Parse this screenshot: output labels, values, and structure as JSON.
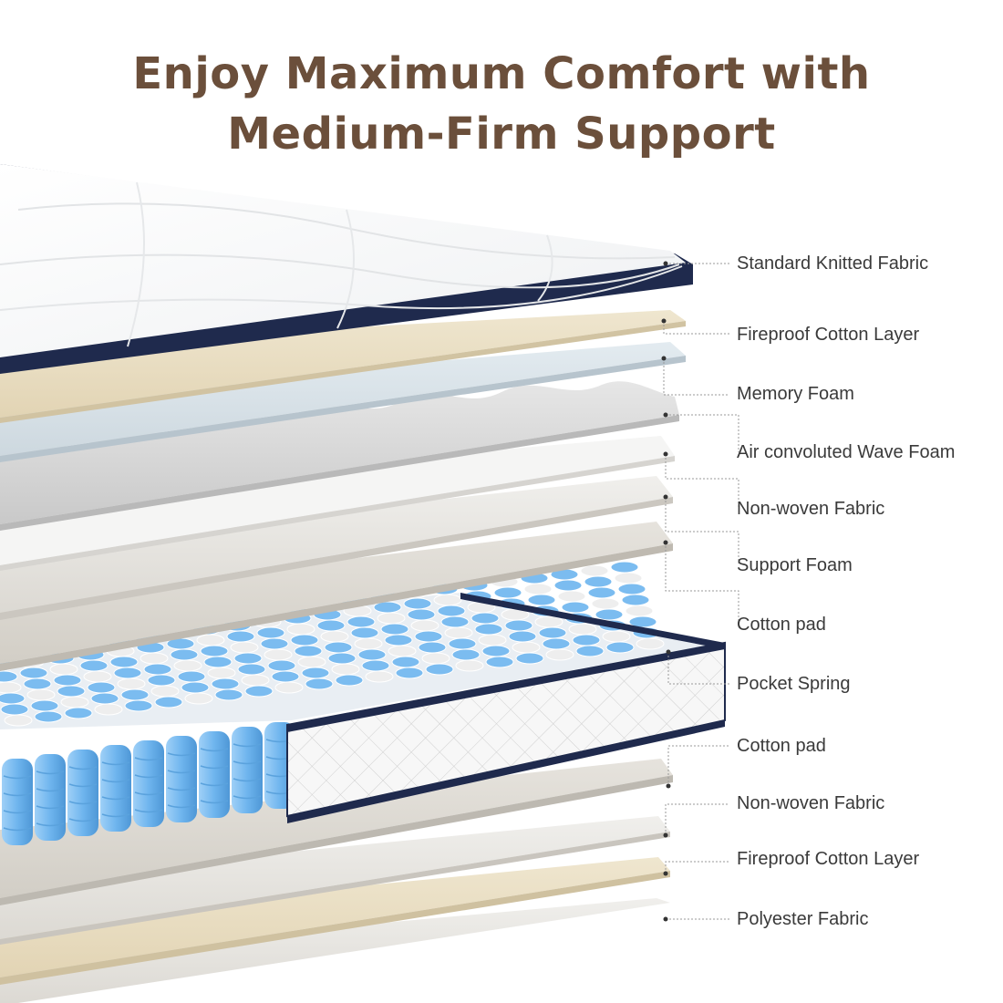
{
  "title": {
    "line1": "Enjoy Maximum Comfort with",
    "line2": "Medium-Firm Support"
  },
  "colors": {
    "title": "#6b4f3b",
    "label_text": "#3a3a3a",
    "navy_border": "#1f2a4d",
    "spring_blue": "#7bbcf0",
    "spring_white": "#eeeeee",
    "cream_layer": "#e8dcc0",
    "blue_grey_layer": "#d9e2e8",
    "grey_layer": "#e0ddd8"
  },
  "labels": [
    "Standard Knitted Fabric",
    "Fireproof Cotton Layer",
    "Memory Foam",
    "Air convoluted Wave Foam",
    "Non-woven Fabric",
    "Support Foam",
    "Cotton pad",
    "Pocket Spring",
    "Cotton pad",
    "Non-woven Fabric",
    "Fireproof Cotton Layer",
    "Polyester Fabric"
  ]
}
